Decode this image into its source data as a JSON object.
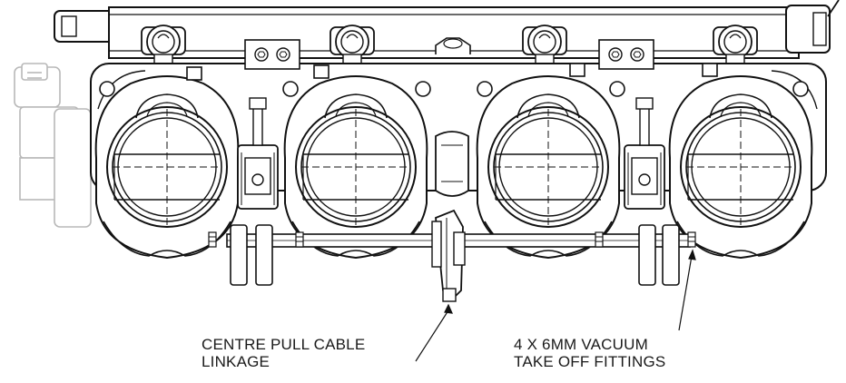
{
  "callouts": {
    "cable_linkage": {
      "line1": "CENTRE PULL CABLE",
      "line2": "LINKAGE"
    },
    "vacuum_fittings": {
      "line1": "4 X 6MM VACUUM",
      "line2": "TAKE OFF FITTINGS"
    }
  },
  "colors": {
    "line": "#111111",
    "ghost": "#b8b8b8",
    "paper": "#ffffff"
  }
}
